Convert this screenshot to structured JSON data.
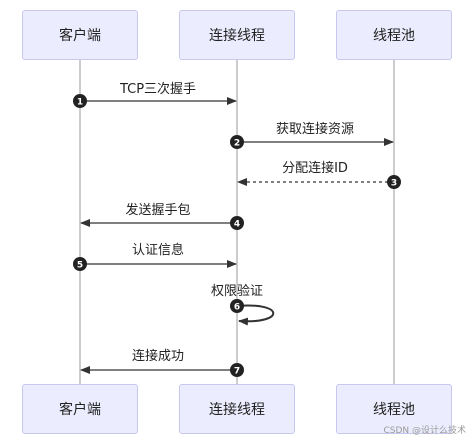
{
  "actors": [
    {
      "id": "client",
      "label": "客户端"
    },
    {
      "id": "conn",
      "label": "连接线程"
    },
    {
      "id": "pool",
      "label": "线程池"
    }
  ],
  "messages": [
    {
      "num": "1",
      "from": "client",
      "to": "conn",
      "label": "TCP三次握手",
      "style": "solid"
    },
    {
      "num": "2",
      "from": "conn",
      "to": "pool",
      "label": "获取连接资源",
      "style": "solid"
    },
    {
      "num": "3",
      "from": "pool",
      "to": "conn",
      "label": "分配连接ID",
      "style": "dashed"
    },
    {
      "num": "4",
      "from": "conn",
      "to": "client",
      "label": "发送握手包",
      "style": "solid"
    },
    {
      "num": "5",
      "from": "client",
      "to": "conn",
      "label": "认证信息",
      "style": "solid"
    },
    {
      "num": "6",
      "from": "conn",
      "to": "conn",
      "label": "权限验证",
      "style": "solid"
    },
    {
      "num": "7",
      "from": "conn",
      "to": "client",
      "label": "连接成功",
      "style": "solid"
    }
  ],
  "watermark": "CSDN @设计么技术"
}
